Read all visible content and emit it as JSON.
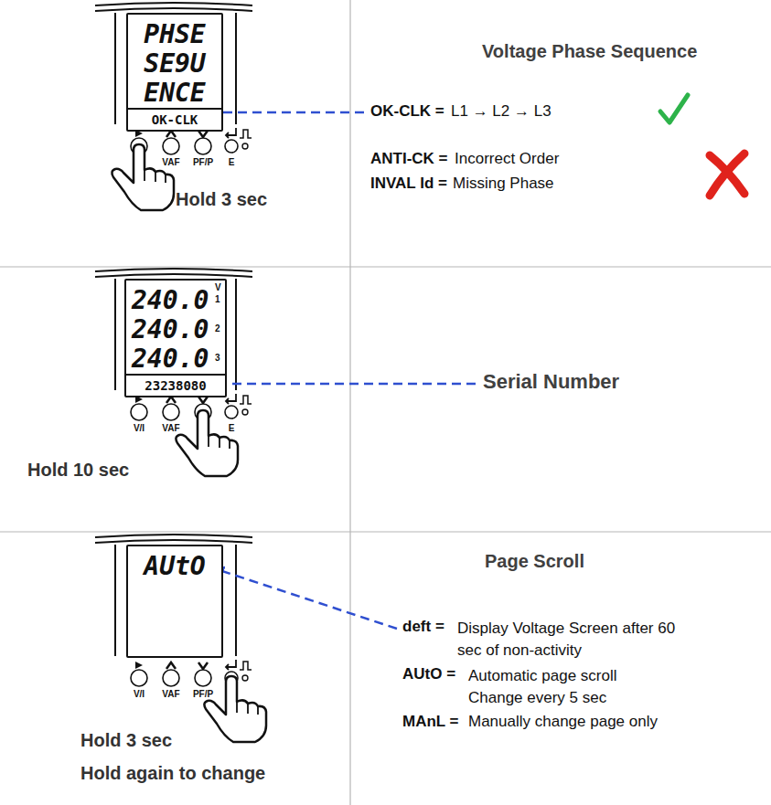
{
  "diagram": {
    "nodes": [
      {
        "text": [
          "PHSE",
          "SE9U",
          "ENCE",
          "OK-CLK"
        ]
      },
      {
        "text": [
          "240.0",
          "240.0",
          "240.0",
          "23238080"
        ]
      },
      {
        "text": [
          "AUtO"
        ]
      }
    ],
    "labels": [
      "VAF",
      "PF/P",
      "E",
      "Hold 3 sec",
      "Voltage Phase Sequence",
      "OK-CLK =",
      "L1 → L2 → L3",
      "ANTI-CK =",
      "Incorrect Order",
      "INVAL Id =",
      "Missing Phase",
      "V",
      "1",
      "2",
      "3",
      "V/I",
      "VAF",
      "E",
      "Hold 10 sec",
      "Serial Number",
      "V/I",
      "VAF",
      "PF/P",
      "Hold 3 sec",
      "Hold again to change",
      "Page Scroll",
      "deft =",
      "Display Voltage Screen after 60 sec of non-activity",
      "AUtO =",
      "Automatic page scroll Change every 5 sec",
      "MAnL =",
      "Manually change page only"
    ]
  }
}
